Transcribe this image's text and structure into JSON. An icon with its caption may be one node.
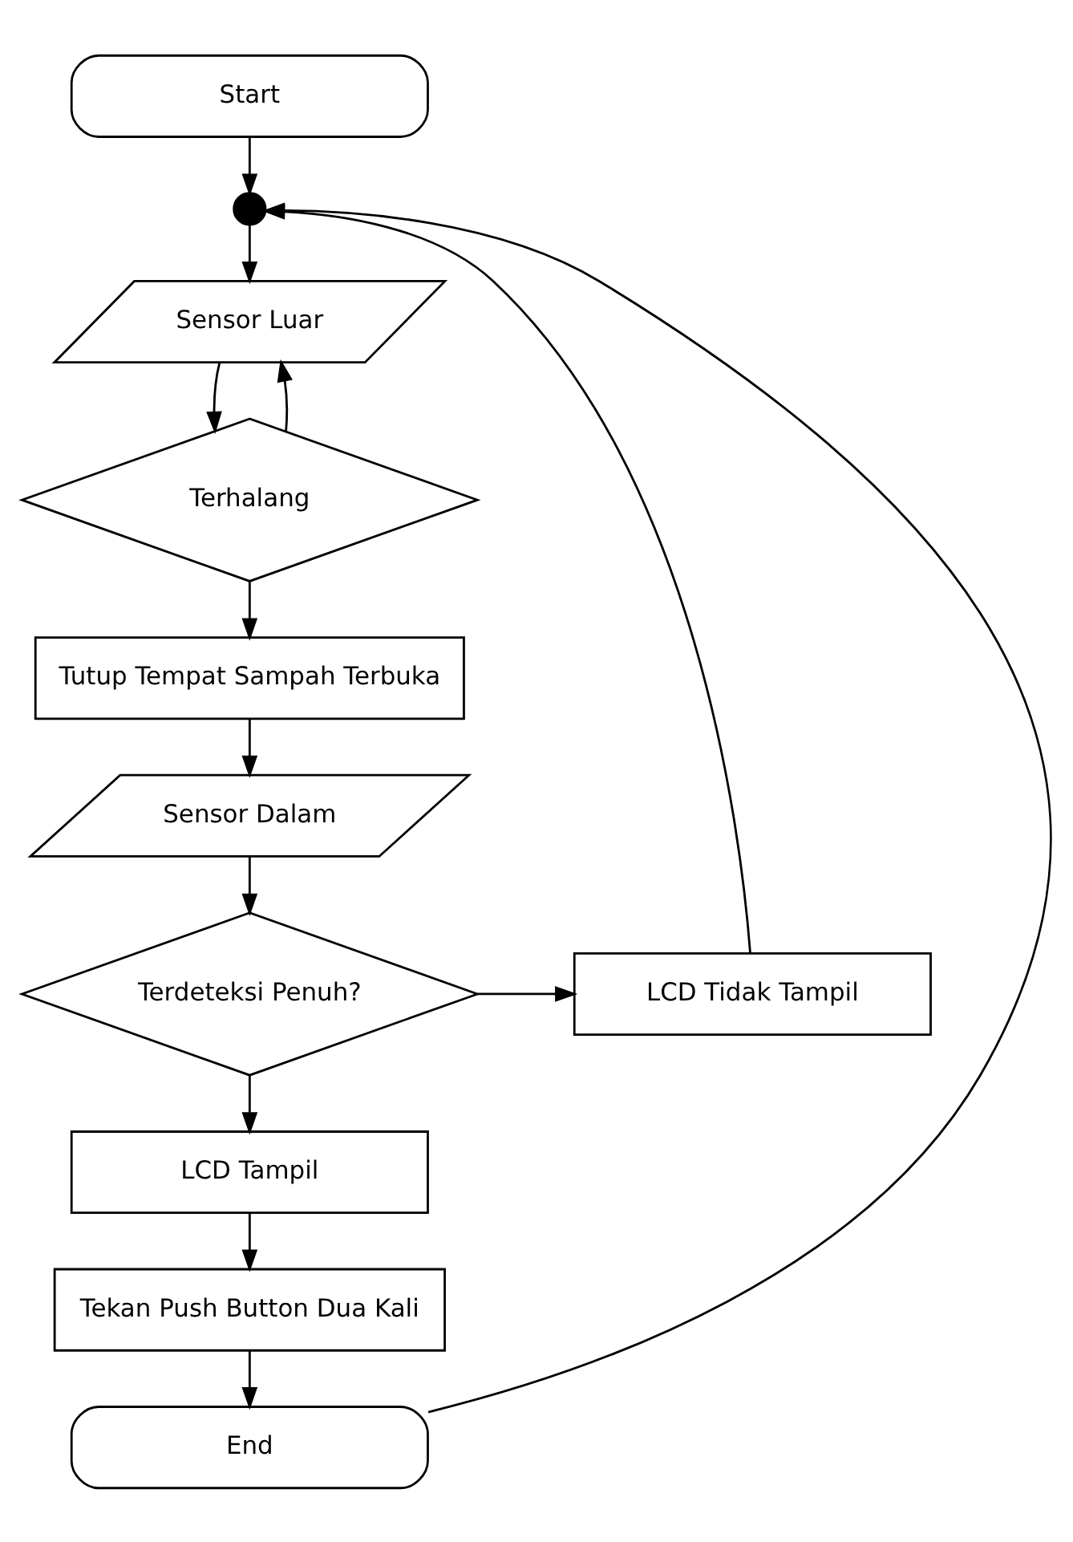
{
  "diagram": {
    "nodes": [
      {
        "text": [
          "Start"
        ]
      },
      {
        "text": [],
        "shape": "circle"
      },
      {
        "text": [
          "Sensor Luar"
        ]
      },
      {
        "text": [
          "Terhalang"
        ]
      },
      {
        "text": [
          "Tutup Tempat Sampah Terbuka"
        ]
      },
      {
        "text": [
          "Sensor Dalam"
        ]
      },
      {
        "text": [
          "Terdeteksi Penuh?"
        ]
      },
      {
        "text": [
          "LCD Tidak Tampil"
        ]
      },
      {
        "text": [
          "LCD Tampil"
        ]
      },
      {
        "text": [
          "Tekan Push Button Dua Kali"
        ]
      },
      {
        "text": [
          "End"
        ]
      }
    ],
    "edges": [
      {
        "from": 0,
        "to": 1,
        "arrow": "to"
      },
      {
        "from": 1,
        "to": 2,
        "arrow": "to"
      },
      {
        "from": 2,
        "to": 3,
        "arrow": "to"
      },
      {
        "from": 3,
        "to": 2,
        "arrow": "to"
      },
      {
        "from": 3,
        "to": 4,
        "arrow": "to"
      },
      {
        "from": 4,
        "to": 5,
        "arrow": "to"
      },
      {
        "from": 5,
        "to": 6,
        "arrow": "to"
      },
      {
        "from": 6,
        "to": 7,
        "arrow": "to"
      },
      {
        "from": 6,
        "to": 8,
        "arrow": "to"
      },
      {
        "from": 8,
        "to": 9,
        "arrow": "to"
      },
      {
        "from": 9,
        "to": 10,
        "arrow": "to"
      },
      {
        "from": 7,
        "to": 1,
        "arrow": "to"
      },
      {
        "from": 10,
        "to": 1,
        "arrow": "to"
      }
    ]
  }
}
